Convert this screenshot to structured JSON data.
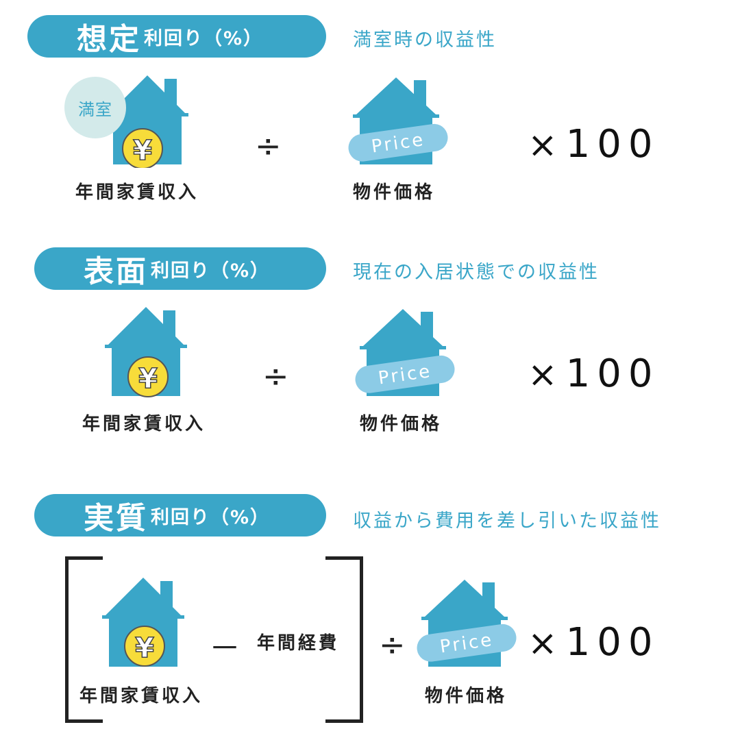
{
  "sections": [
    {
      "title_big": "想定",
      "title_small": "利回り（%）",
      "subtitle": "満室時の収益性",
      "badge": "満室",
      "income_label": "年間家賃収入",
      "divide": "÷",
      "price_tag": "Price",
      "price_label": "物件価格",
      "multiply_symbol": "×",
      "multiply_value": "100"
    },
    {
      "title_big": "表面",
      "title_small": "利回り（%）",
      "subtitle": "現在の入居状態での収益性",
      "income_label": "年間家賃収入",
      "divide": "÷",
      "price_tag": "Price",
      "price_label": "物件価格",
      "multiply_symbol": "×",
      "multiply_value": "100"
    },
    {
      "title_big": "実質",
      "title_small": "利回り（%）",
      "subtitle": "収益から費用を差し引いた収益性",
      "income_label": "年間家賃収入",
      "minus": "－",
      "expense_label": "年間経費",
      "divide": "÷",
      "price_tag": "Price",
      "price_label": "物件価格",
      "multiply_symbol": "×",
      "multiply_value": "100"
    }
  ],
  "colors": {
    "accent": "#3aa6c8",
    "price_tag": "#8ccbe6",
    "coin": "#f7dc3a",
    "badge": "#d3eaea"
  },
  "icons": [
    "house-yen-icon",
    "house-price-icon"
  ]
}
